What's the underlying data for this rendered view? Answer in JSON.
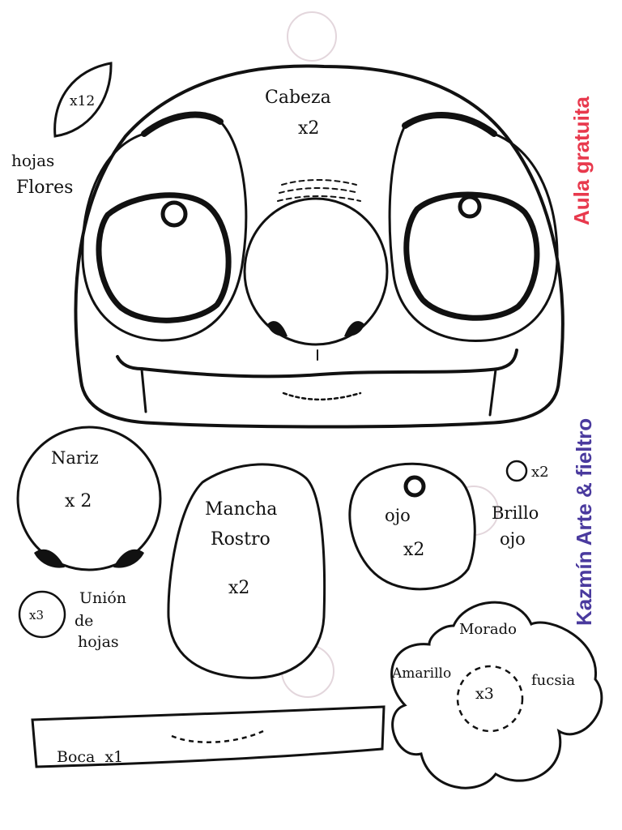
{
  "pattern": {
    "leaf": {
      "count": "x12"
    },
    "leaf_label": {
      "line1": "hojas",
      "line2": "Flores"
    },
    "head": {
      "name": "Cabeza",
      "count": "x2"
    },
    "nose": {
      "name": "Nariz",
      "count": "x 2"
    },
    "face_patch": {
      "line1": "Mancha",
      "line2": "Rostro",
      "count": "x2"
    },
    "eye": {
      "name": "ojo",
      "count": "x2"
    },
    "shine": {
      "count": "x2",
      "line1": "Brillo",
      "line2": "ojo"
    },
    "leaf_join": {
      "count": "x3",
      "line1": "Unión",
      "line2": "de",
      "line3": "hojas"
    },
    "mouth": {
      "label": "Boca  x1"
    },
    "flower": {
      "top": "Morado",
      "left": "Amarillo",
      "right": "fucsia",
      "count": "x3"
    }
  },
  "side_text": {
    "red": "Aula gratuita",
    "purple": "Kazmín Arte & fieltro"
  },
  "colors": {
    "ink": "#111111",
    "red_text": "#e8394d",
    "purple_text": "#4a3a9e",
    "watermark": "#e3d6dc"
  }
}
